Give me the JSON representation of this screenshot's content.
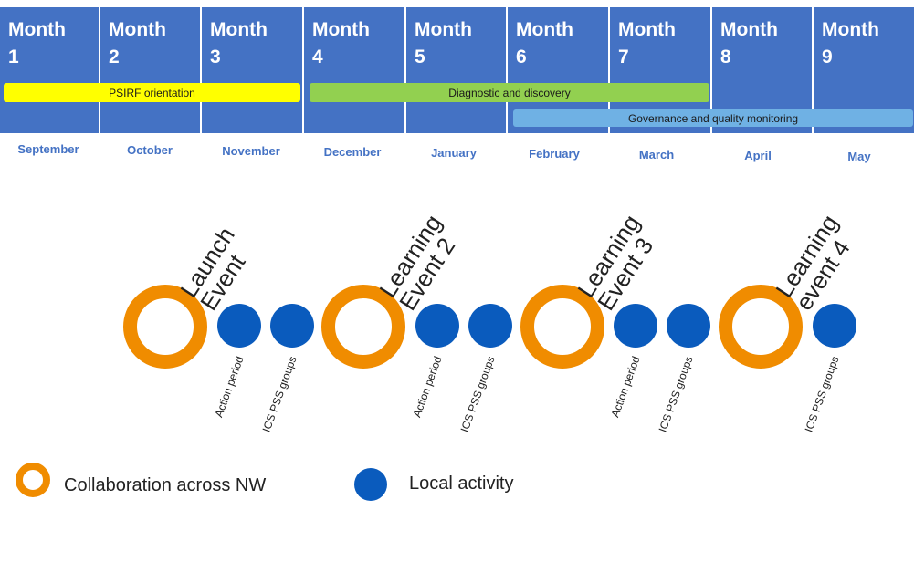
{
  "months": [
    {
      "label": "Month\n1",
      "name": "September"
    },
    {
      "label": "Month\n2",
      "name": "October"
    },
    {
      "label": "Month\n3",
      "name": "November"
    },
    {
      "label": "Month\n4",
      "name": "December"
    },
    {
      "label": "Month\n5",
      "name": "January"
    },
    {
      "label": "Month\n6",
      "name": "February"
    },
    {
      "label": "Month\n7",
      "name": "March"
    },
    {
      "label": "Month\n8",
      "name": "April"
    },
    {
      "label": "Month\n9",
      "name": "May"
    }
  ],
  "phases": {
    "orientation": "PSIRF orientation",
    "diagnostic": "Diagnostic and discovery",
    "governance": "Governance and quality monitoring"
  },
  "events": {
    "launch": "Launch\nEvent",
    "learning2": "Learning\nEvent 2",
    "learning3": "Learning\nEvent 3",
    "learning4": "Learning\nevent 4"
  },
  "activities": {
    "action": "Action period",
    "ics": "ICS PSS groups"
  },
  "legend": {
    "collaboration": "Collaboration across NW",
    "local": "Local activity"
  },
  "colors": {
    "month_header": "#4472c4",
    "orientation_bar": "#ffff00",
    "diagnostic_bar": "#92d050",
    "governance_bar": "#6fb1e4",
    "ring": "#f08c00",
    "dot": "#0a5bbd"
  }
}
